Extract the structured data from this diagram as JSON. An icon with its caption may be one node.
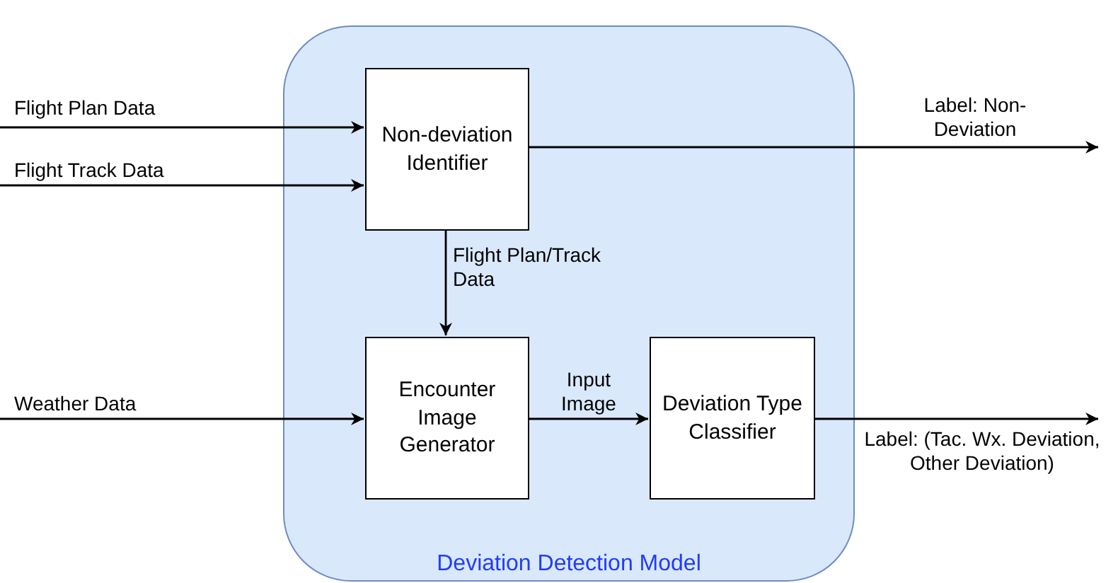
{
  "diagram": {
    "nodes": [
      {
        "text": [
          "Deviation Detection Model"
        ]
      },
      {
        "text": [
          "Non-deviation Identifier"
        ],
        "in": 0
      },
      {
        "text": [
          "Encounter Image Generator"
        ],
        "in": 0
      },
      {
        "text": [
          "Deviation Type Classifier"
        ],
        "in": 0
      }
    ],
    "edges": [
      {
        "from": null,
        "to": 1,
        "arrow": "to",
        "label": "Flight Plan Data"
      },
      {
        "from": null,
        "to": 1,
        "arrow": "to",
        "label": "Flight Track Data"
      },
      {
        "from": 1,
        "to": null,
        "arrow": "to",
        "label": "Label: Non-Deviation"
      },
      {
        "from": 1,
        "to": 2,
        "arrow": "to",
        "label": "Flight Plan/Track Data"
      },
      {
        "from": null,
        "to": 2,
        "arrow": "to",
        "label": "Weather Data"
      },
      {
        "from": 2,
        "to": 3,
        "arrow": "to",
        "label": "Input Image"
      },
      {
        "from": 3,
        "to": null,
        "arrow": "to",
        "label": "Label: (Tac. Wx. Deviation, Other Deviation)"
      }
    ]
  }
}
